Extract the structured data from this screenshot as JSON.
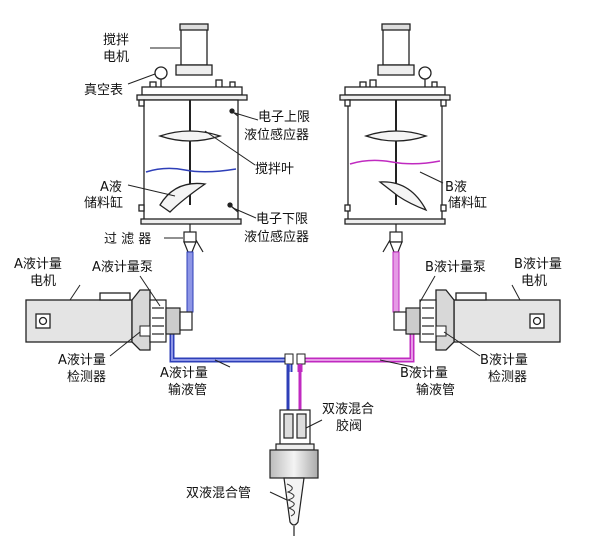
{
  "labels": {
    "stir_motor": [
      "搅拌",
      "电机"
    ],
    "vacuum_gauge": "真空表",
    "upper_sensor": [
      "电子上限",
      "液位感应器"
    ],
    "stir_blade": "搅拌叶",
    "a_tank": [
      "A液",
      "储料缸"
    ],
    "b_tank": [
      "B液",
      "储料缸"
    ],
    "lower_sensor": [
      "电子下限",
      "液位感应器"
    ],
    "filter": "过 滤 器",
    "a_motor": [
      "A液计量",
      "电机"
    ],
    "a_pump": "A液计量泵",
    "b_pump": "B液计量泵",
    "b_motor": [
      "B液计量",
      "电机"
    ],
    "a_detector": [
      "A液计量",
      "检测器"
    ],
    "a_pipe": [
      "A液计量",
      "输液管"
    ],
    "b_pipe": [
      "B液计量",
      "输液管"
    ],
    "b_detector": [
      "B液计量",
      "检测器"
    ],
    "mix_valve": [
      "双液混合",
      "胶阀"
    ],
    "mix_tube": "双液混合管"
  },
  "colors": {
    "a_line": "#2e3fb8",
    "b_line": "#c02ac0",
    "a_line_light": "#8e96e6",
    "b_line_light": "#e59ae5",
    "outline": "#222222",
    "fill_gray": "#e4e4e4"
  }
}
